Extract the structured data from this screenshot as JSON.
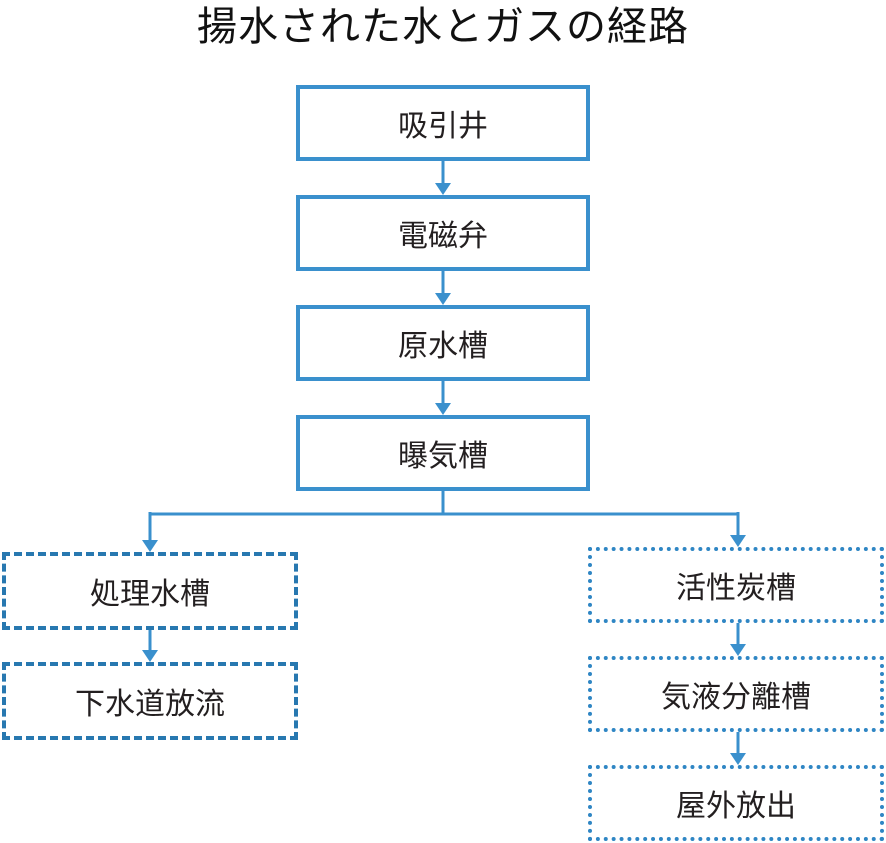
{
  "title": "揚水された水とガスの経路",
  "colors": {
    "solid": "#3a90cd",
    "dashed": "#2878b0",
    "dotted": "#2f86c4",
    "arrow": "#3a90cd",
    "text": "#231f20"
  },
  "main_flow": [
    {
      "label": "吸引井"
    },
    {
      "label": "電磁弁"
    },
    {
      "label": "原水槽"
    },
    {
      "label": "曝気槽"
    }
  ],
  "water_branch": [
    {
      "label": "処理水槽"
    },
    {
      "label": "下水道放流"
    }
  ],
  "gas_branch": [
    {
      "label": "活性炭槽"
    },
    {
      "label": "気液分離槽"
    },
    {
      "label": "屋外放出"
    }
  ]
}
